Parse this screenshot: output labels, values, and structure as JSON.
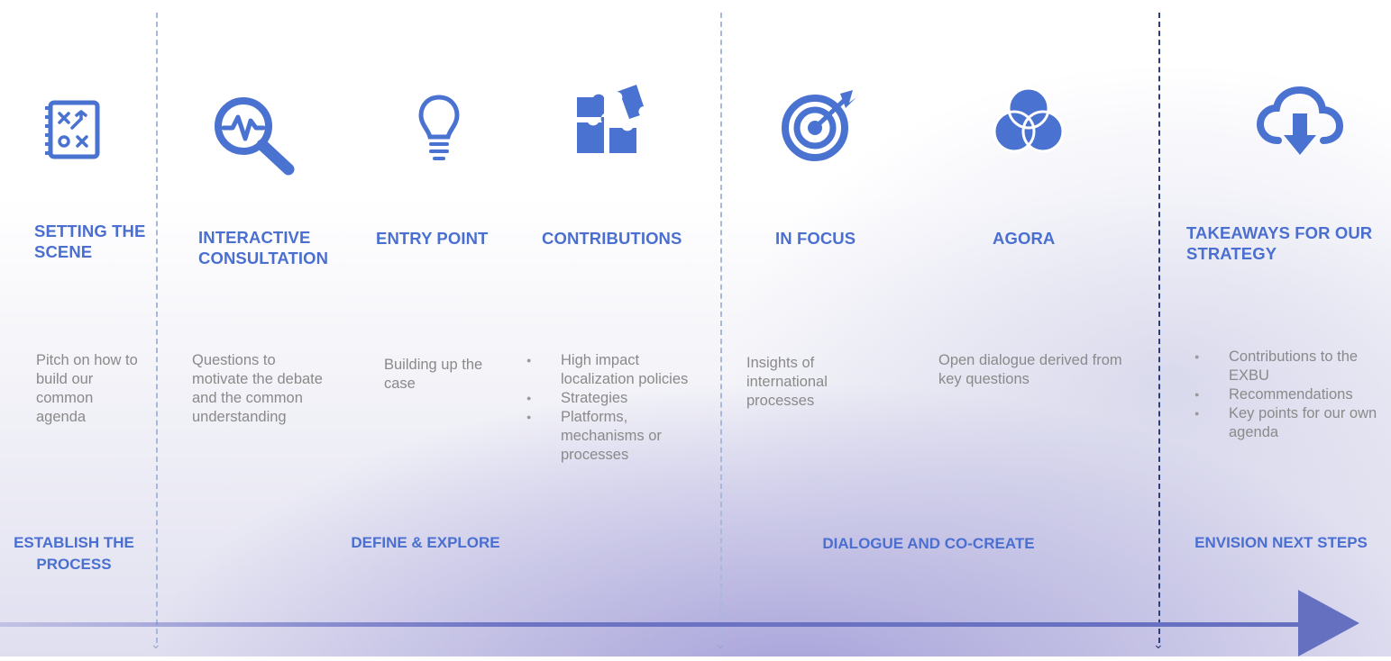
{
  "columns": [
    {
      "id": "setting-the-scene",
      "title": "SETTING THE SCENE",
      "icon": "strategy-board-icon",
      "description": "Pitch  on how to build our common agenda"
    },
    {
      "id": "interactive-consultation",
      "title": "INTERACTIVE CONSULTATION",
      "icon": "magnifier-pulse-icon",
      "description": "Questions to motivate the debate and the common understanding"
    },
    {
      "id": "entry-point",
      "title": "ENTRY POINT",
      "icon": "lightbulb-icon",
      "description": "Building up the case"
    },
    {
      "id": "contributions",
      "title": "CONTRIBUTIONS",
      "icon": "puzzle-icon",
      "bullets": [
        "High impact localization policies",
        "Strategies",
        "Platforms, mechanisms or processes"
      ]
    },
    {
      "id": "in-focus",
      "title": "IN FOCUS",
      "icon": "target-icon",
      "description": "Insights of international processes"
    },
    {
      "id": "agora",
      "title": "AGORA",
      "icon": "venn-diagram-icon",
      "description": "Open dialogue derived from key questions"
    },
    {
      "id": "takeaways",
      "title": "TAKEAWAYS FOR OUR STRATEGY",
      "icon": "cloud-download-icon",
      "bullets": [
        "Contributions to the EXBU",
        "Recommendations",
        "Key points for our own agenda"
      ]
    }
  ],
  "phases": [
    {
      "id": "establish",
      "label": "ESTABLISH THE PROCESS"
    },
    {
      "id": "define",
      "label": "DEFINE & EXPLORE"
    },
    {
      "id": "dialogue",
      "label": "DIALOGUE AND CO-CREATE"
    },
    {
      "id": "envision",
      "label": "ENVISION  NEXT STEPS"
    }
  ],
  "colors": {
    "accent": "#4a6fd0",
    "icon": "#4a72d0",
    "text": "#8a8a8a",
    "timeline": "#6670c0"
  }
}
